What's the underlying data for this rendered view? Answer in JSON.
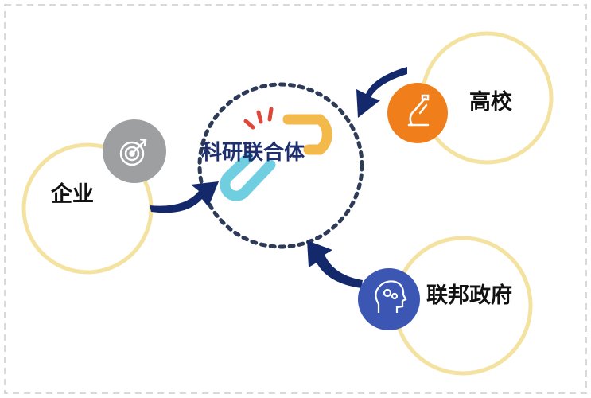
{
  "diagram": {
    "center": {
      "label": "科研联合体"
    },
    "nodes": [
      {
        "id": "enterprise",
        "label": "企业",
        "icon": "target-icon",
        "icon_color": "#9d9fa1"
      },
      {
        "id": "university",
        "label": "高校",
        "icon": "microscope-icon",
        "icon_color": "#f07f1b"
      },
      {
        "id": "government",
        "label": "联邦政府",
        "icon": "head-gears-icon",
        "icon_color": "#3b57b3"
      }
    ],
    "colors": {
      "node_ring": "#f4e3a0",
      "arrow": "#14296b",
      "dotted_ring": "#2d3b57",
      "link_cyan": "#6fcfe0",
      "link_orange": "#f3b94a",
      "spark_red": "#e0463a",
      "border": "#d3d3d3"
    }
  }
}
